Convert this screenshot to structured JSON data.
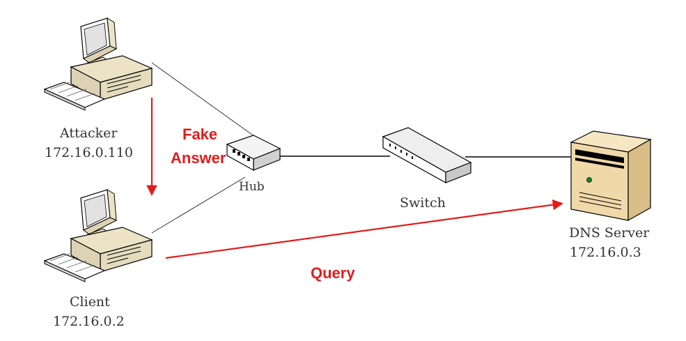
{
  "nodes": {
    "attacker": {
      "name": "Attacker",
      "ip": "172.16.0.110"
    },
    "client": {
      "name": "Client",
      "ip": "172.16.0.2"
    },
    "hub": {
      "name": "Hub"
    },
    "switch": {
      "name": "Switch"
    },
    "dns_server": {
      "name": "DNS Server",
      "ip": "172.16.0.3"
    }
  },
  "annotations": {
    "fake_answer_line1": "Fake",
    "fake_answer_line2": "Answer",
    "query": "Query"
  },
  "colors": {
    "arrow": "#e41b1b",
    "link": "#333333",
    "beige": "#ece3c7",
    "server": "#f0d9a8"
  }
}
